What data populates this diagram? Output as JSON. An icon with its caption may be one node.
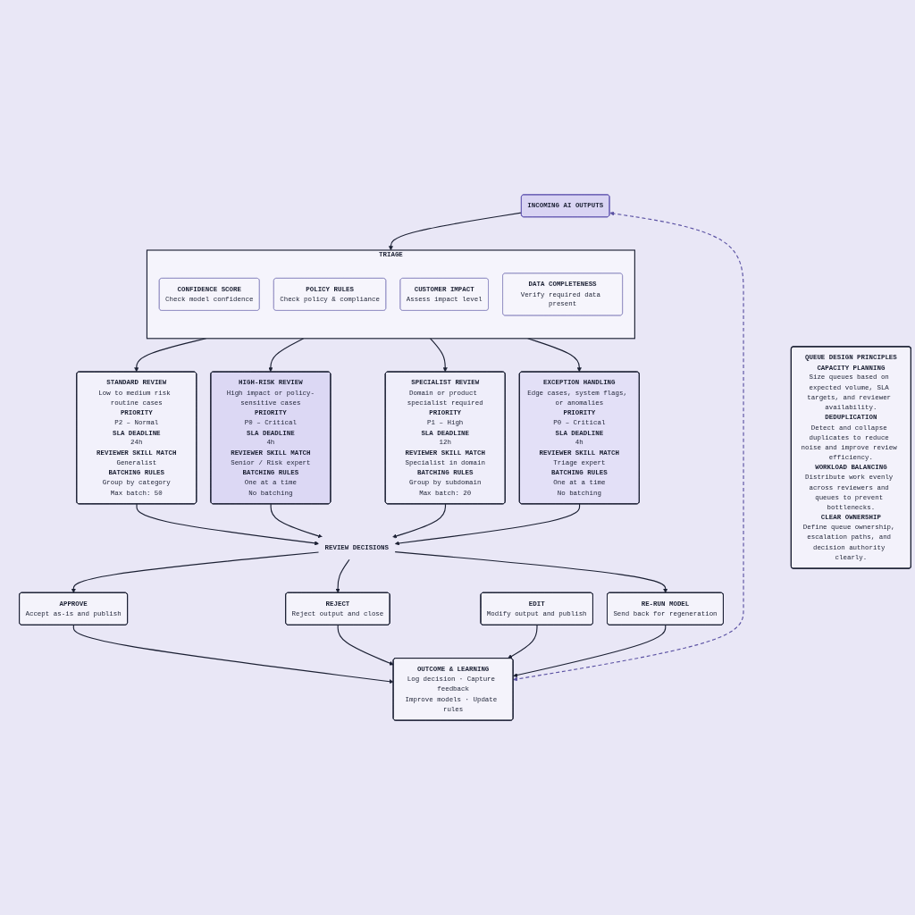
{
  "diagram": {
    "nodes": [
      {
        "text": [
          "INCOMING AI OUTPUTS"
        ]
      },
      {
        "text": [
          "TRIAGE"
        ]
      },
      {
        "text": [
          "CONFIDENCE SCORE",
          "Check model confidence"
        ],
        "in": 1
      },
      {
        "text": [
          "POLICY RULES",
          "Check policy & compliance"
        ],
        "in": 1
      },
      {
        "text": [
          "CUSTOMER IMPACT",
          "Assess impact level"
        ],
        "in": 1
      },
      {
        "text": [
          "DATA COMPLETENESS",
          "Verify required data present"
        ],
        "in": 1
      },
      {
        "text": [
          "STANDARD REVIEW",
          "Low to medium risk routine cases",
          "PRIORITY",
          "P2 – Normal",
          "SLA DEADLINE",
          "24h",
          "REVIEWER SKILL MATCH",
          "Generalist",
          "BATCHING RULES",
          "Group by category",
          "Max batch: 50"
        ]
      },
      {
        "text": [
          "HIGH-RISK REVIEW",
          "High impact or policy-sensitive cases",
          "PRIORITY",
          "P0 – Critical",
          "SLA DEADLINE",
          "4h",
          "REVIEWER SKILL MATCH",
          "Senior / Risk expert",
          "BATCHING RULES",
          "One at a time",
          "No batching"
        ]
      },
      {
        "text": [
          "SPECIALIST REVIEW",
          "Domain or product specialist required",
          "PRIORITY",
          "P1 – High",
          "SLA DEADLINE",
          "12h",
          "REVIEWER SKILL MATCH",
          "Specialist in domain",
          "BATCHING RULES",
          "Group by subdomain",
          "Max batch: 20"
        ]
      },
      {
        "text": [
          "EXCEPTION HANDLING",
          "Edge cases, system flags, or anomalies",
          "PRIORITY",
          "P0 – Critical",
          "SLA DEADLINE",
          "4h",
          "REVIEWER SKILL MATCH",
          "Triage expert",
          "BATCHING RULES",
          "One at a time",
          "No batching"
        ]
      },
      {
        "text": [
          "REVIEW DECISIONS"
        ]
      },
      {
        "text": [
          "APPROVE",
          "Accept as-is and publish"
        ]
      },
      {
        "text": [
          "REJECT",
          "Reject output and close"
        ]
      },
      {
        "text": [
          "EDIT",
          "Modify output and publish"
        ]
      },
      {
        "text": [
          "RE-RUN MODEL",
          "Send back for regeneration"
        ]
      },
      {
        "text": [
          "OUTCOME & LEARNING",
          "Log decision · Capture feedback",
          "Improve models · Update rules"
        ]
      },
      {
        "text": [
          "QUEUE DESIGN PRINCIPLES",
          "CAPACITY PLANNING",
          "Size queues based on expected volume, SLA targets, and reviewer availability.",
          "DEDUPLICATION",
          "Detect and collapse duplicates to reduce noise and improve review efficiency.",
          "WORKLOAD BALANCING",
          "Distribute work evenly across reviewers and queues to prevent bottlenecks.",
          "CLEAR OWNERSHIP",
          "Define queue ownership, escalation paths, and decision authority clearly."
        ]
      }
    ],
    "edges": [
      {
        "from": 0,
        "to": 1,
        "arrow": "to"
      },
      {
        "from": 1,
        "to": 6,
        "arrow": "to"
      },
      {
        "from": 1,
        "to": 7,
        "arrow": "to"
      },
      {
        "from": 1,
        "to": 8,
        "arrow": "to"
      },
      {
        "from": 1,
        "to": 9,
        "arrow": "to"
      },
      {
        "from": 6,
        "to": 10,
        "arrow": "to"
      },
      {
        "from": 7,
        "to": 10,
        "arrow": "to"
      },
      {
        "from": 8,
        "to": 10,
        "arrow": "to"
      },
      {
        "from": 9,
        "to": 10,
        "arrow": "to"
      },
      {
        "from": 10,
        "to": 11,
        "arrow": "to"
      },
      {
        "from": 10,
        "to": 12,
        "arrow": "to"
      },
      {
        "from": 10,
        "to": 14,
        "arrow": "to"
      },
      {
        "from": 11,
        "to": 15,
        "arrow": "to"
      },
      {
        "from": 12,
        "to": 15,
        "arrow": "to"
      },
      {
        "from": 13,
        "to": 15,
        "arrow": "to"
      },
      {
        "from": 14,
        "to": 15,
        "arrow": "to"
      },
      {
        "from": 0,
        "to": 15,
        "arrow": "both",
        "style": "dashed",
        "color": "#5b52a3"
      }
    ]
  }
}
